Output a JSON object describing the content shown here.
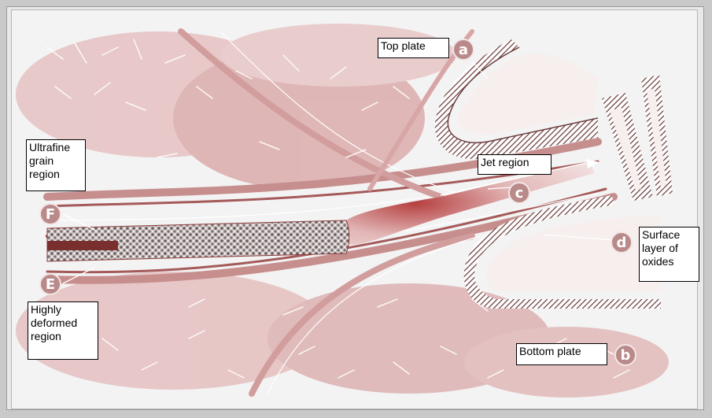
{
  "labels": {
    "top_plate": "Top plate",
    "jet_region": "Jet region",
    "ultrafine": "Ultrafine\n grain\nregion",
    "surface": "Surface\nlayer of\noxides",
    "highly_deformed": "Highly\ndeformed\nregion",
    "bottom_plate": "Bottom plate"
  },
  "markers": {
    "a": "a",
    "b": "b",
    "c": "c",
    "d": "d",
    "e": "E",
    "f": "F"
  },
  "colors": {
    "metal_pink": "#d9a9a9",
    "dark_red": "#8c3c3c",
    "grain_fill": "#d7d2d2",
    "background": "#f3f3f3"
  }
}
